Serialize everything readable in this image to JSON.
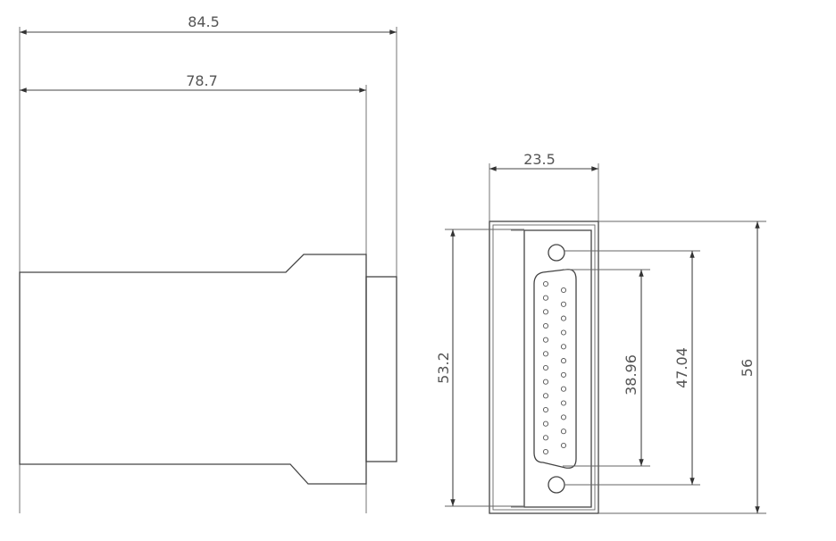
{
  "dimensions": {
    "total_length": "84.5",
    "body_length": "78.7",
    "face_width": "23.5",
    "inner_height": "53.2",
    "pin_span": "38.96",
    "screw_spacing": "47.04",
    "overall_height": "56"
  },
  "connector": {
    "row1_pins": 13,
    "row2_pins": 12
  }
}
